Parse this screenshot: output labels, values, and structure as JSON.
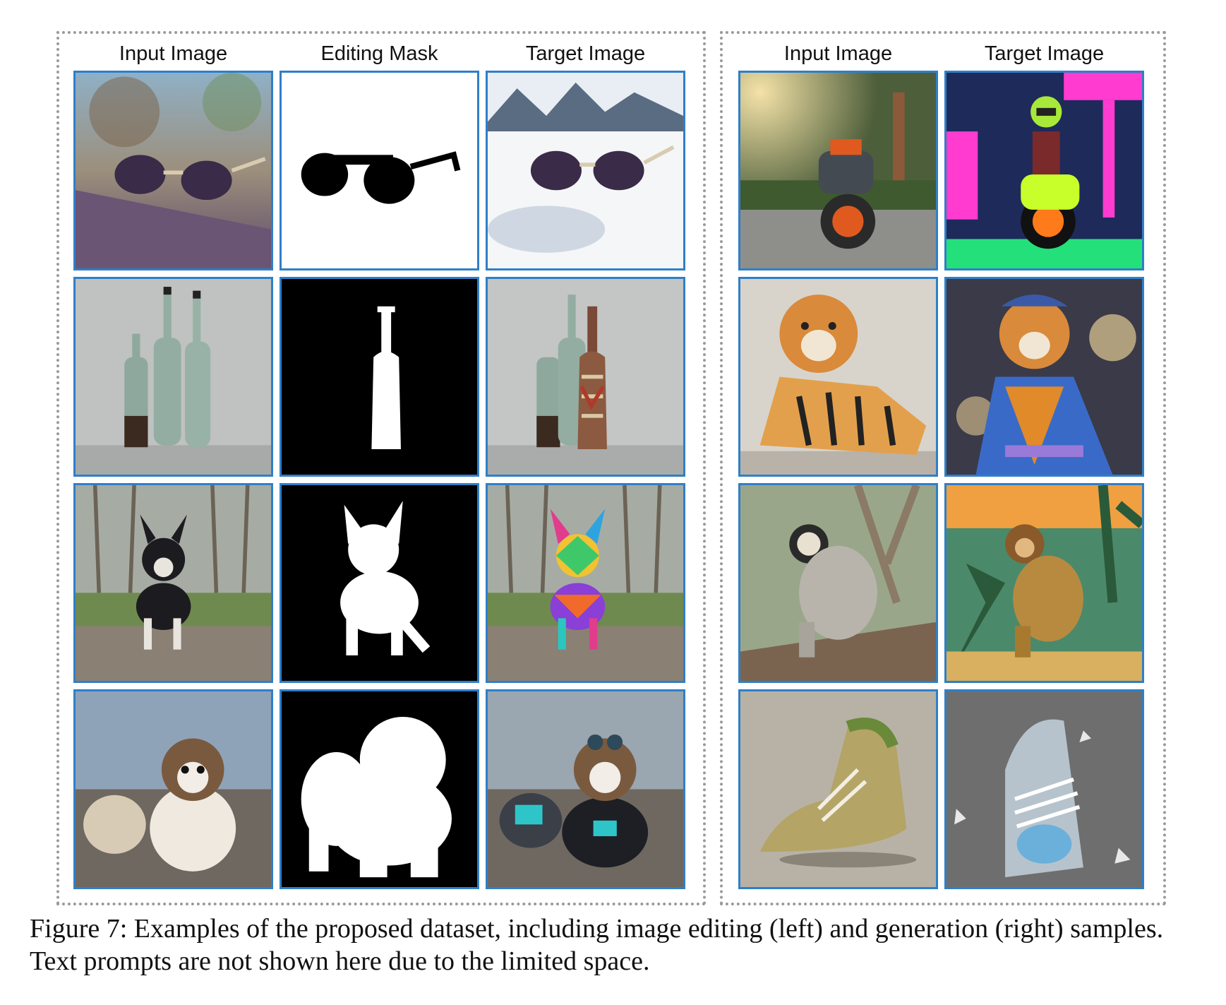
{
  "figure": {
    "left_panel": {
      "headers": [
        "Input Image",
        "Editing Mask",
        "Target Image"
      ],
      "rows": [
        {
          "input": "sunglasses on wooden pier",
          "mask": "sunglasses silhouette mask",
          "target": "sunglasses on snow"
        },
        {
          "input": "glass bottles",
          "mask": "bottle silhouette mask",
          "target": "glass bottles with patterned bottle"
        },
        {
          "input": "boston terrier in forest",
          "mask": "dog silhouette mask",
          "target": "polygon colorful dog"
        },
        {
          "input": "shih tzu dog",
          "mask": "shih tzu silhouette mask",
          "target": "shih tzu in cyber outfit"
        }
      ]
    },
    "right_panel": {
      "headers": [
        "Input Image",
        "Target Image"
      ],
      "rows": [
        {
          "input": "motorcycle in park",
          "target": "neon rider on motorcycle"
        },
        {
          "input": "tiger painting",
          "target": "tiger in robe"
        },
        {
          "input": "monkey on branch",
          "target": "illustrated monkey in jungle"
        },
        {
          "input": "gold sneaker",
          "target": "transparent sneaker"
        }
      ]
    },
    "caption": "Figure 7: Examples of the proposed dataset, including image editing (left) and generation (right) samples. Text prompts are not shown here due to the limited space."
  },
  "colors": {
    "tile_border": "#2f7fc8",
    "panel_border": "#9a9a9a",
    "mask_bg": "#000000",
    "mask_fg": "#ffffff"
  }
}
